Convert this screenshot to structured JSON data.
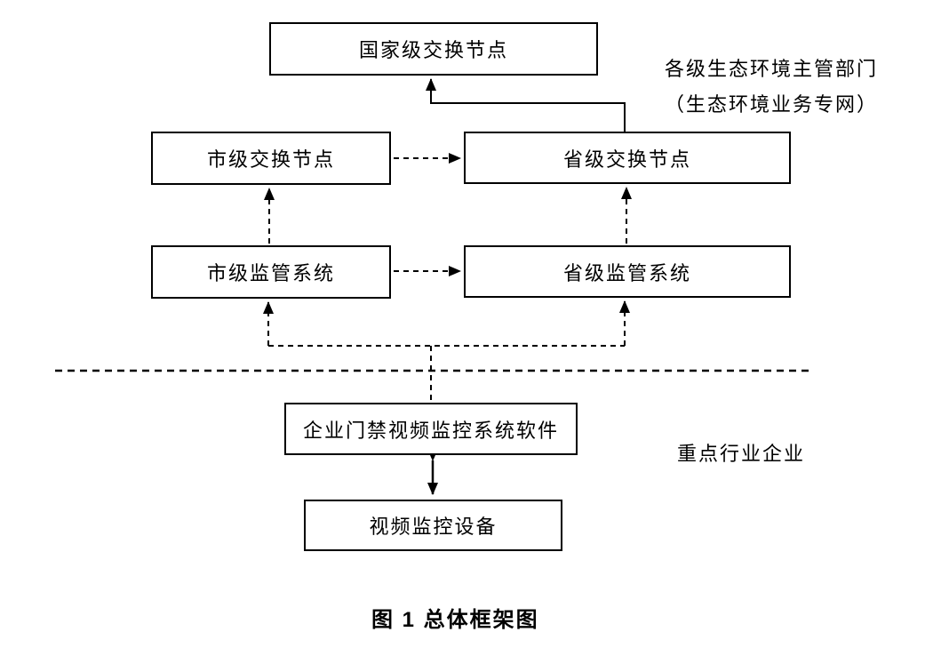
{
  "figure": {
    "caption": "图 1 总体框架图",
    "colors": {
      "line": "#000000",
      "background": "#ffffff",
      "box_fill": "#ffffff"
    },
    "nodes": {
      "national_exchange": {
        "label": "国家级交换节点"
      },
      "city_exchange": {
        "label": "市级交换节点"
      },
      "provincial_exchange": {
        "label": "省级交换节点"
      },
      "city_supervision": {
        "label": "市级监管系统"
      },
      "provincial_supervision": {
        "label": "省级监管系统"
      },
      "enterprise_software": {
        "label": "企业门禁视频监控系统软件"
      },
      "video_device": {
        "label": "视频监控设备"
      }
    },
    "annotations": {
      "authority_label_line1": "各级生态环境主管部门",
      "authority_label_line2": "（生态环境业务专网）",
      "enterprise_label": "重点行业企业"
    }
  }
}
